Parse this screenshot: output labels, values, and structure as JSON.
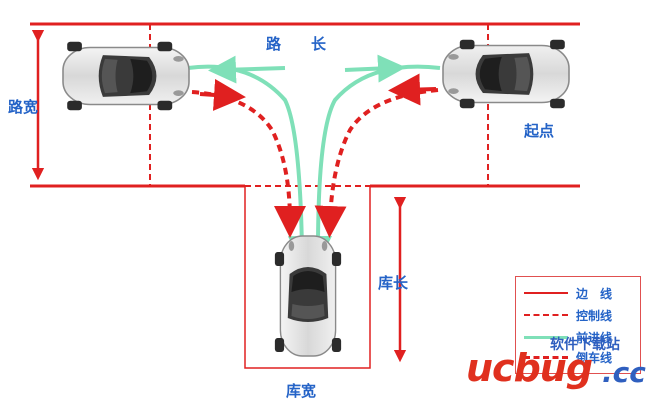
{
  "labels": {
    "road_length": "路　　长",
    "road_width": "路宽",
    "start_point": "起点",
    "garage_length": "库长",
    "garage_width": "库宽"
  },
  "legend": {
    "items": [
      {
        "label": "边　线",
        "style": "solid",
        "color": "#e02020"
      },
      {
        "label": "控制线",
        "style": "dashed",
        "color": "#e02020"
      },
      {
        "label": "前进线",
        "style": "solid-arrow",
        "color": "#7fe0b8"
      },
      {
        "label": "倒车线",
        "style": "dashed-arrow",
        "color": "#e02020"
      }
    ]
  },
  "watermark": {
    "brand": "ucbug",
    "domain": ".cc",
    "tagline": "软件下载站"
  },
  "colors": {
    "boundary": "#e02020",
    "forward_path": "#7fe0b8",
    "reverse_path": "#e02020",
    "label_text": "#2463c7"
  }
}
